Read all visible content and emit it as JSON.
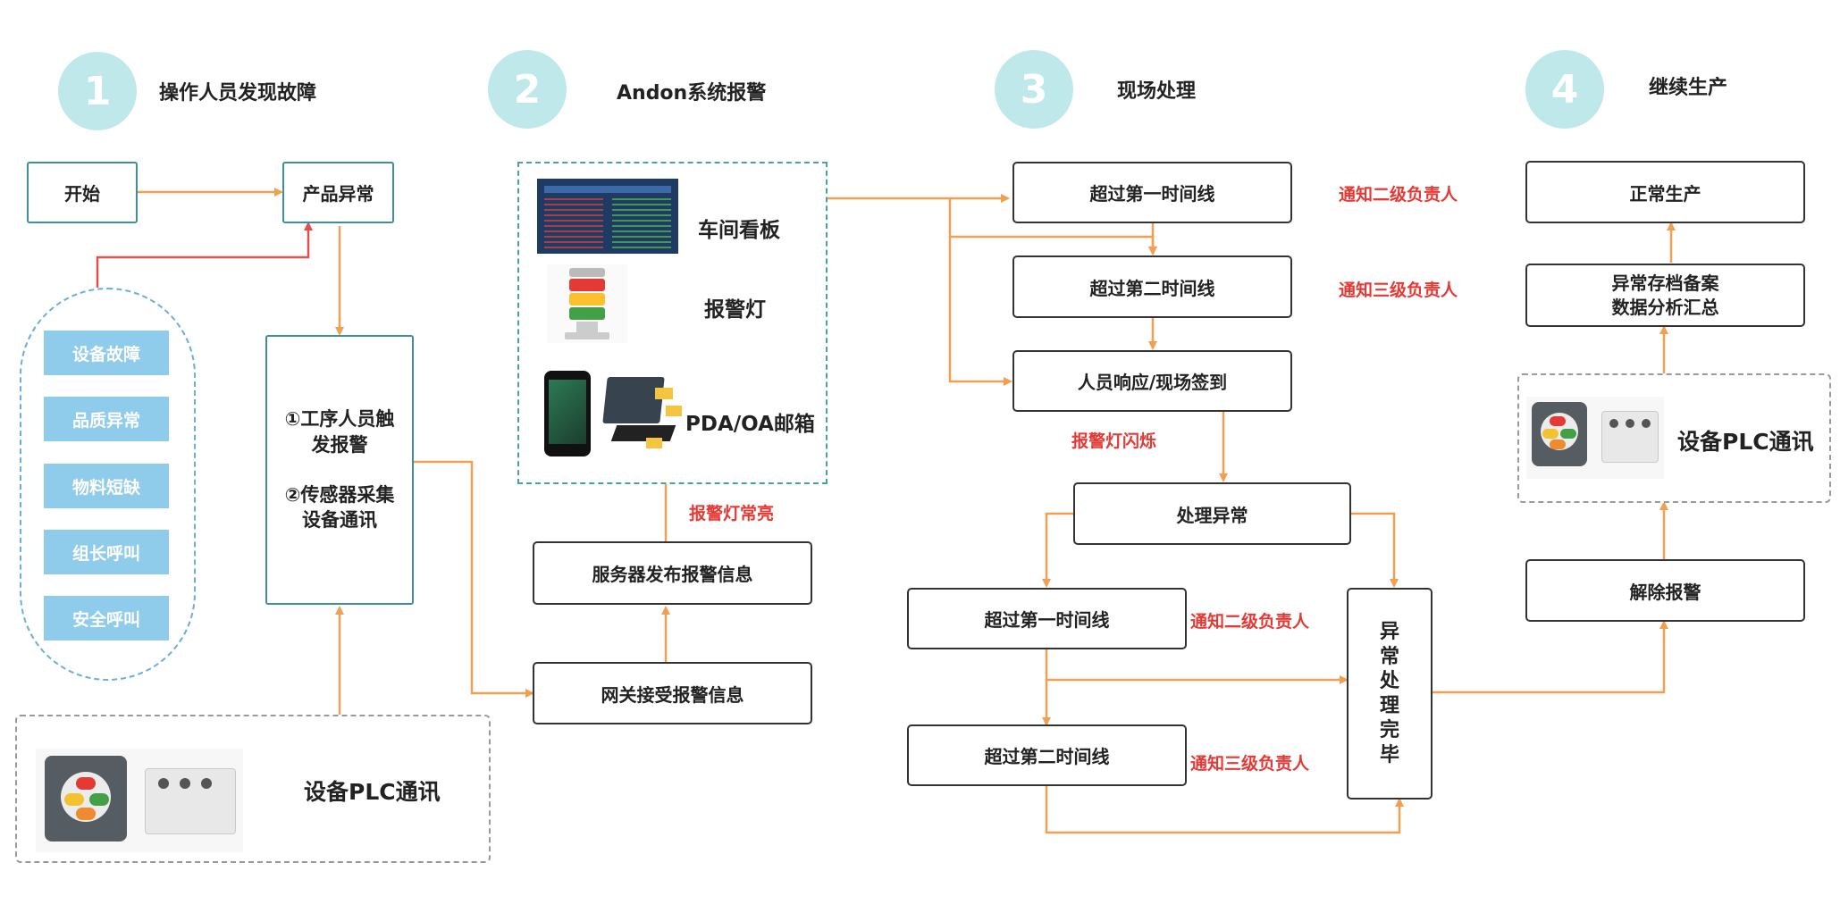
{
  "colors": {
    "teal": "#3f8f9a",
    "circle": "#bfe8ea",
    "arrow": "#f0a050",
    "red": "#e53935",
    "pill": "#8fcbea"
  },
  "stages": [
    {
      "number": "1",
      "title": "操作人员发现故障"
    },
    {
      "number": "2",
      "title": "Andon系统报警"
    },
    {
      "number": "3",
      "title": "现场处理"
    },
    {
      "number": "4",
      "title": "继续生产"
    }
  ],
  "s1": {
    "start": "开始",
    "product_abnormal": "产品异常",
    "triggers": [
      "设备故障",
      "品质异常",
      "物料短缺",
      "组长呼叫",
      "安全呼叫"
    ],
    "trigger_line1": "①工序人员触",
    "trigger_line2": "发报警",
    "trigger_line3": "②传感器采集",
    "trigger_line4": "设备通讯",
    "plc": "设备PLC通讯"
  },
  "s2": {
    "board": "车间看板",
    "lamp": "报警灯",
    "pda": "PDA/OA邮箱",
    "lamp_on": "报警灯常亮",
    "server": "服务器发布报警信息",
    "gateway": "网关接受报警信息"
  },
  "s3": {
    "first_line": "超过第一时间线",
    "second_line": "超过第二时间线",
    "notify2": "通知二级负责人",
    "notify3": "通知三级负责人",
    "response": "人员响应/现场签到",
    "lamp_flash": "报警灯闪烁",
    "handle": "处理异常",
    "done": [
      "异",
      "常",
      "处",
      "理",
      "完",
      "毕"
    ]
  },
  "s4": {
    "normal": "正常生产",
    "archive1": "异常存档备案",
    "archive2": "数据分析汇总",
    "plc": "设备PLC通讯",
    "release": "解除报警"
  }
}
